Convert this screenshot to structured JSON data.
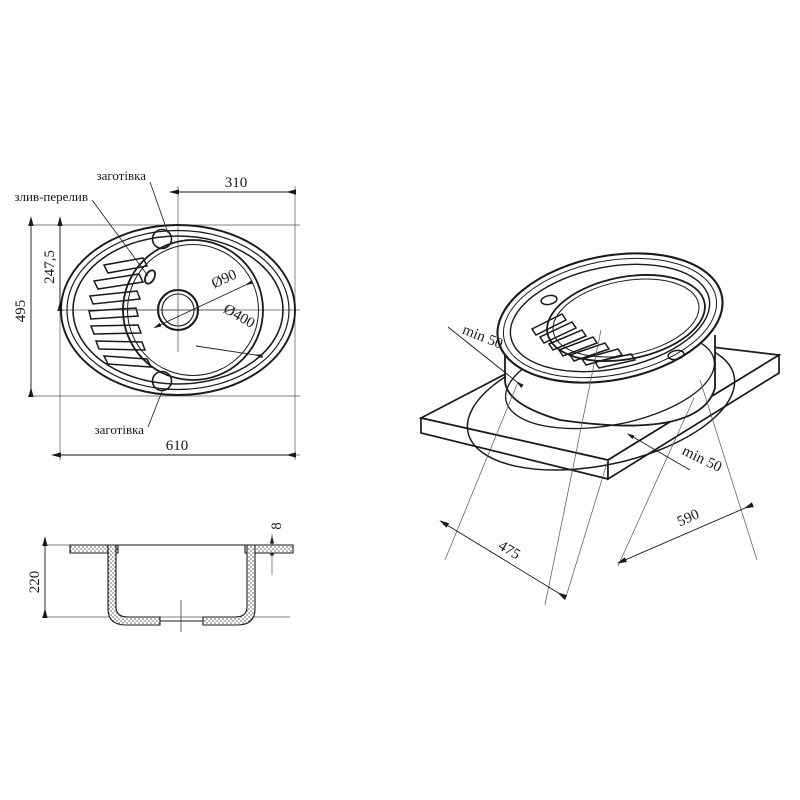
{
  "drawing": {
    "title": "Kitchen sink installation drawing",
    "background_color": "#ffffff",
    "line_color": "#1a1a1a",
    "units": "mm"
  },
  "views": {
    "plan": {
      "name": "plan-view",
      "dimensions": {
        "width_total": "610",
        "height_total": "495",
        "offset_top_to_center": "247,5",
        "offset_left_to_bowl_center": "310",
        "drain_diameter": "Ø90",
        "bowl_diameter": "Ø400"
      },
      "labels": {
        "blank_top": "заготівка",
        "blank_bottom": "заготівка",
        "overflow": "злив-перелив"
      },
      "groove_count": 7
    },
    "section": {
      "name": "section-view",
      "dimensions": {
        "bowl_depth": "220",
        "rim_thickness": "8"
      }
    },
    "isometric": {
      "name": "isometric-installation-view",
      "dimensions": {
        "cutout_short": "475",
        "cutout_long": "590"
      },
      "labels": {
        "clearance_left": "min 50",
        "clearance_right": "min 50"
      }
    }
  }
}
